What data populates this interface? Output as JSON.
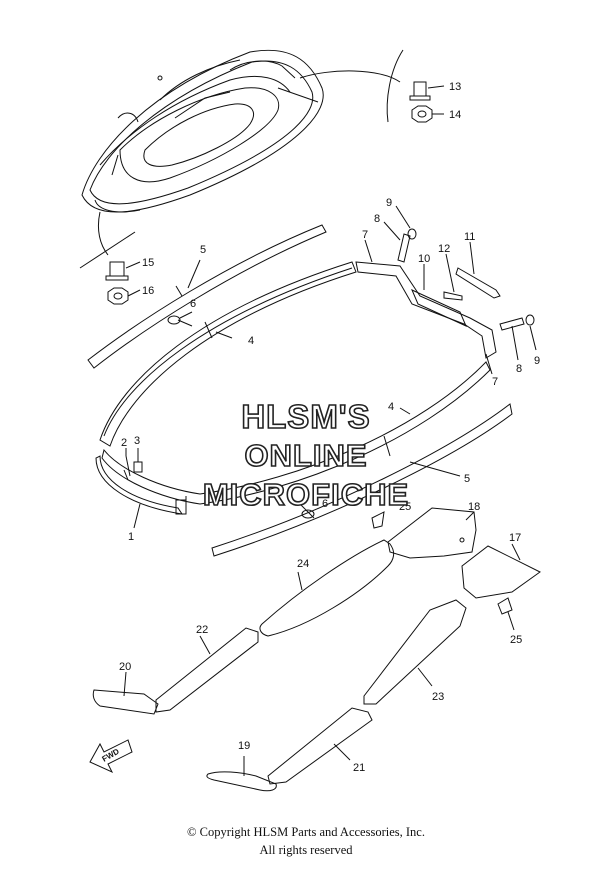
{
  "watermark": {
    "line1": "HLSM'S",
    "line2": "ONLINE",
    "line3": "MICROFICHE"
  },
  "copyright": {
    "line1": "© Copyright HLSM Parts and Accessories, Inc.",
    "line2": "All rights reserved"
  },
  "direction_label": "FWD",
  "callouts": [
    "13",
    "14",
    "15",
    "16",
    "5",
    "6",
    "4",
    "7",
    "8",
    "9",
    "10",
    "11",
    "12",
    "8",
    "9",
    "7",
    "4",
    "2",
    "3",
    "1",
    "5",
    "6",
    "25",
    "18",
    "17",
    "24",
    "22",
    "25",
    "20",
    "23",
    "19",
    "21"
  ]
}
